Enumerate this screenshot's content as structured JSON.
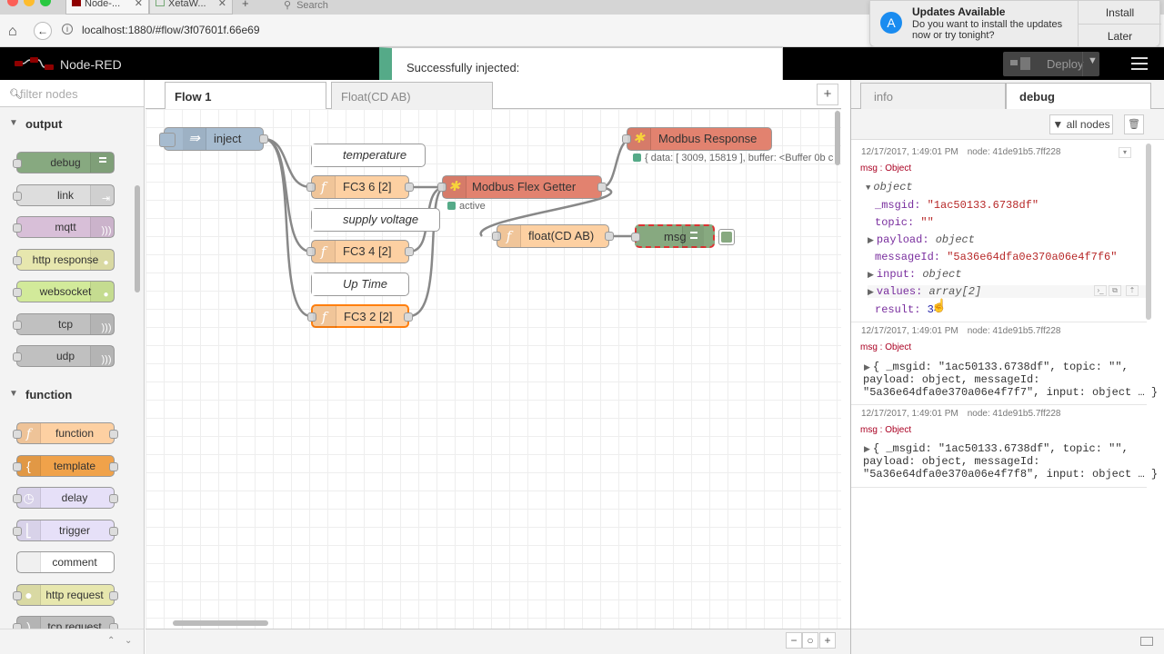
{
  "browser": {
    "tabs": [
      {
        "label": "Node-..."
      },
      {
        "label": "XetaW..."
      }
    ],
    "search_placeholder": "Search",
    "url": "localhost:1880/#flow/3f07601f.66e69",
    "new_tab": "+"
  },
  "notification": {
    "title": "Updates Available",
    "body": "Do you want to install the updates now or try tonight?",
    "install": "Install",
    "later": "Later"
  },
  "header": {
    "title": "Node-RED",
    "deploy_label": "Deploy"
  },
  "toast": {
    "message": "Successfully injected:"
  },
  "palette": {
    "filter_placeholder": "filter nodes",
    "categories": [
      {
        "title": "output",
        "nodes": [
          "debug",
          "link",
          "mqtt",
          "http response",
          "websocket",
          "tcp",
          "udp"
        ]
      },
      {
        "title": "function",
        "nodes": [
          "function",
          "template",
          "delay",
          "trigger",
          "comment",
          "http request",
          "tcp request"
        ]
      }
    ]
  },
  "workspace": {
    "tabs": [
      {
        "label": "Flow 1",
        "active": true
      },
      {
        "label": "Float(CD AB)",
        "active": false
      }
    ],
    "add_tab": "+",
    "nodes": {
      "inject": "inject",
      "temperature": "temperature",
      "fc36": "FC3 6 [2]",
      "supply_voltage": "supply voltage",
      "fc34": "FC3 4 [2]",
      "uptime": "Up Time",
      "fc32": "FC3 2 [2]",
      "getter": "Modbus Flex Getter",
      "getter_status": "active",
      "response": "Modbus Response",
      "response_status": "{ data: [ 3009, 15819 ], buffer: <Buffer 0b c",
      "float": "float(CD AB)",
      "msg": "msg"
    },
    "zoom": {
      "out": "−",
      "reset": "○",
      "in": "+"
    }
  },
  "sidebar": {
    "tabs": [
      {
        "label": "info",
        "active": false
      },
      {
        "label": "debug",
        "active": true
      }
    ],
    "filter_label": "all nodes",
    "messages": [
      {
        "time": "12/17/2017, 1:49:01 PM",
        "node": "node: 41de91b5.7ff228",
        "type": "msg : Object",
        "root": "object",
        "props": [
          {
            "key": "_msgid:",
            "value": "\"1ac50133.6738df\""
          },
          {
            "key": "topic:",
            "value": "\"\""
          },
          {
            "key": "payload:",
            "value": "object"
          },
          {
            "key": "messageId:",
            "value": "\"5a36e64dfa0e370a06e4f7f6\""
          },
          {
            "key": "input:",
            "value": "object"
          },
          {
            "key": "values:",
            "value": "array[2]"
          },
          {
            "key": "result:",
            "value": "34"
          }
        ]
      },
      {
        "time": "12/17/2017, 1:49:01 PM",
        "node": "node: 41de91b5.7ff228",
        "type": "msg : Object",
        "line1": "{ _msgid: \"1ac50133.6738df\", topic: \"\",",
        "line2": "payload: object, messageId:",
        "line3": "\"5a36e64dfa0e370a06e4f7f7\", input: object … }"
      },
      {
        "time": "12/17/2017, 1:49:01 PM",
        "node": "node: 41de91b5.7ff228",
        "type": "msg : Object",
        "line1": "{ _msgid: \"1ac50133.6738df\", topic: \"\",",
        "line2": "payload: object, messageId:",
        "line3": "\"5a36e64dfa0e370a06e4f7f8\", input: object … }"
      }
    ]
  },
  "colors": {
    "header_bg": "#000000",
    "inject": "#a6bbcf",
    "function": "#fdd0a2",
    "modbus": "#e2826f",
    "debug": "#87a980",
    "comment": "#ffffff",
    "status_green": "#5a8"
  }
}
